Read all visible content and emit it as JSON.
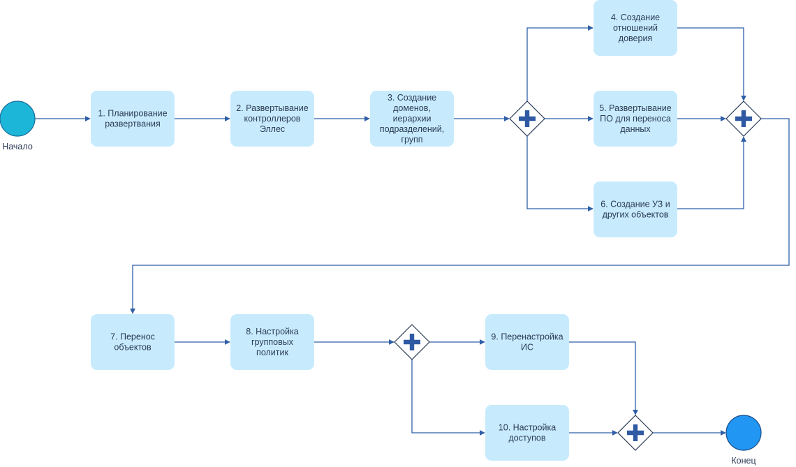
{
  "diagram": {
    "start_event": {
      "label": "Начало",
      "color": "#1cb6d9"
    },
    "end_event": {
      "label": "Конец",
      "color": "#2196f3"
    },
    "tasks": [
      {
        "id": "t1",
        "lines": [
          "1. Планирование",
          "развертвания"
        ]
      },
      {
        "id": "t2",
        "lines": [
          "2. Развертывание",
          "контроллеров",
          "Эллес"
        ]
      },
      {
        "id": "t3",
        "lines": [
          "3. Создание",
          "доменов,",
          "иерархии",
          "подразделений,",
          "групп"
        ]
      },
      {
        "id": "t4",
        "lines": [
          "4. Создание",
          "отношений",
          "доверия"
        ]
      },
      {
        "id": "t5",
        "lines": [
          "5. Развертывание",
          "ПО для переноса",
          "данных"
        ]
      },
      {
        "id": "t6",
        "lines": [
          "6. Создание УЗ и",
          "других объектов"
        ]
      },
      {
        "id": "t7",
        "lines": [
          "7. Перенос",
          "объектов"
        ]
      },
      {
        "id": "t8",
        "lines": [
          "8. Настройка",
          "групповых",
          "политик"
        ]
      },
      {
        "id": "t9",
        "lines": [
          "9. Перенастройка",
          "ИС"
        ]
      },
      {
        "id": "t10",
        "lines": [
          "10. Настройка",
          "доступов"
        ]
      }
    ],
    "gateways": [
      {
        "id": "g1",
        "type": "parallel",
        "icon": "plus-icon"
      },
      {
        "id": "g2",
        "type": "parallel",
        "icon": "plus-icon"
      },
      {
        "id": "g3",
        "type": "parallel",
        "icon": "plus-icon"
      },
      {
        "id": "g4",
        "type": "parallel",
        "icon": "plus-icon"
      }
    ],
    "colors": {
      "task_fill": "#c7ebfd",
      "edge": "#2f5fa7",
      "gateway_plus": "#2f5aa3",
      "text": "#2b3a55"
    }
  }
}
